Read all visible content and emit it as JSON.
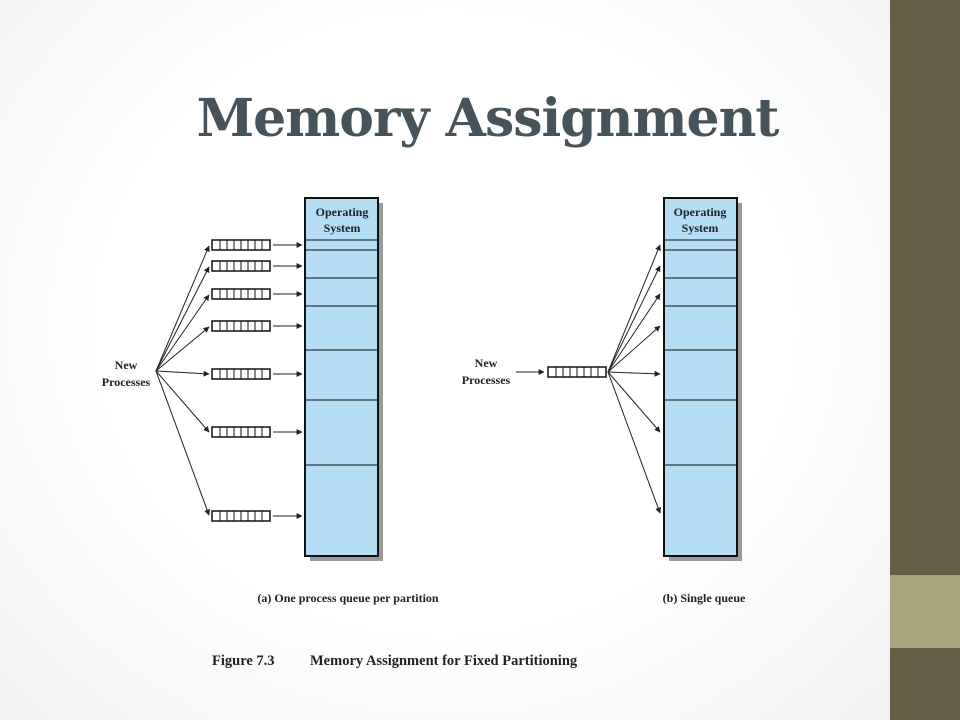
{
  "slide": {
    "title": "Memory Assignment"
  },
  "figure": {
    "panel_a": {
      "os_label_line1": "Operating",
      "os_label_line2": "System",
      "source_line1": "New",
      "source_line2": "Processes",
      "caption": "(a) One process queue per partition"
    },
    "panel_b": {
      "os_label_line1": "Operating",
      "os_label_line2": "System",
      "source_line1": "New",
      "source_line2": "Processes",
      "caption": "(b) Single queue"
    },
    "caption": {
      "number": "Figure 7.3",
      "text": "Memory Assignment for Fixed Partitioning"
    }
  },
  "colors": {
    "memory_fill": "#b5ddf4",
    "title": "#46535a",
    "band_dark": "#675e47",
    "band_light": "#a9a57c"
  }
}
